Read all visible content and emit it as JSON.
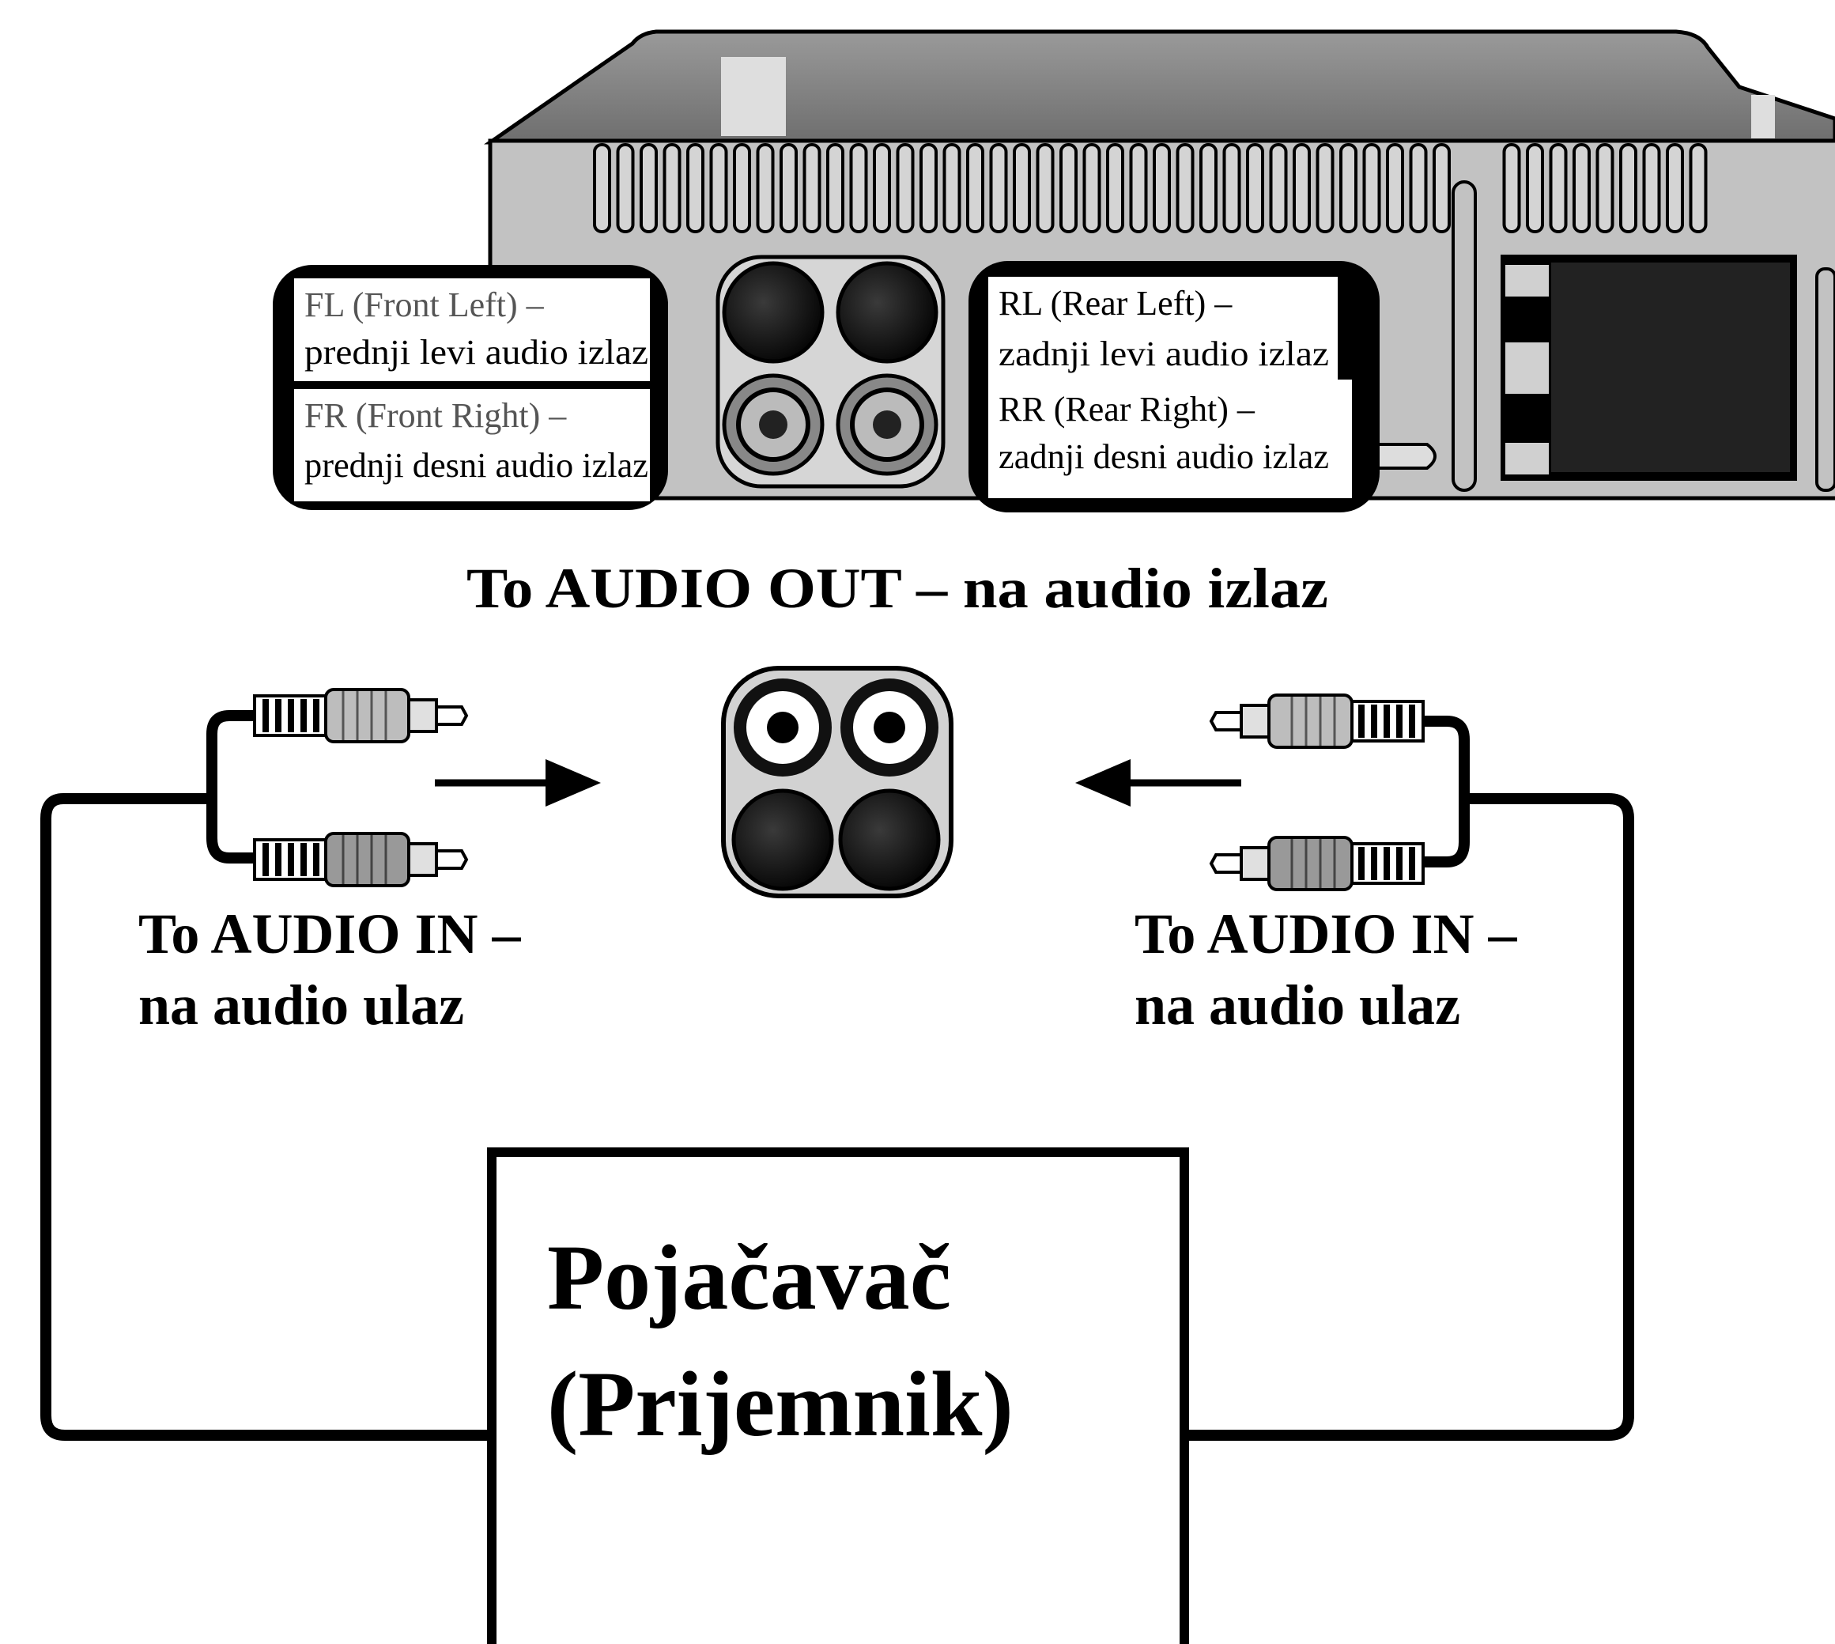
{
  "device_labels": {
    "fl_line1": "FL (Front Left) –",
    "fl_line2": "prednji levi audio izlaz",
    "fr_line1": "FR (Front Right) –",
    "fr_line2": "prednji desni audio izlaz",
    "rl_line1": "RL (Rear Left) –",
    "rl_line2": "zadnji levi audio izlaz",
    "rr_line1": "RR (Rear Right) –",
    "rr_line2": "zadnji desni audio izlaz"
  },
  "audio_out_label": "To AUDIO OUT – na audio izlaz",
  "audio_in_left": {
    "line1": "To AUDIO IN –",
    "line2": "na audio ulaz"
  },
  "audio_in_right": {
    "line1": "To AUDIO IN –",
    "line2": "na audio ulaz"
  },
  "amplifier": {
    "line1": "Pojačavač",
    "line2": "(Prijemnik)"
  },
  "colors": {
    "device_body": "#bdbdbd",
    "device_top": "#8a8a8a",
    "line": "#000000",
    "background": "#ffffff"
  }
}
